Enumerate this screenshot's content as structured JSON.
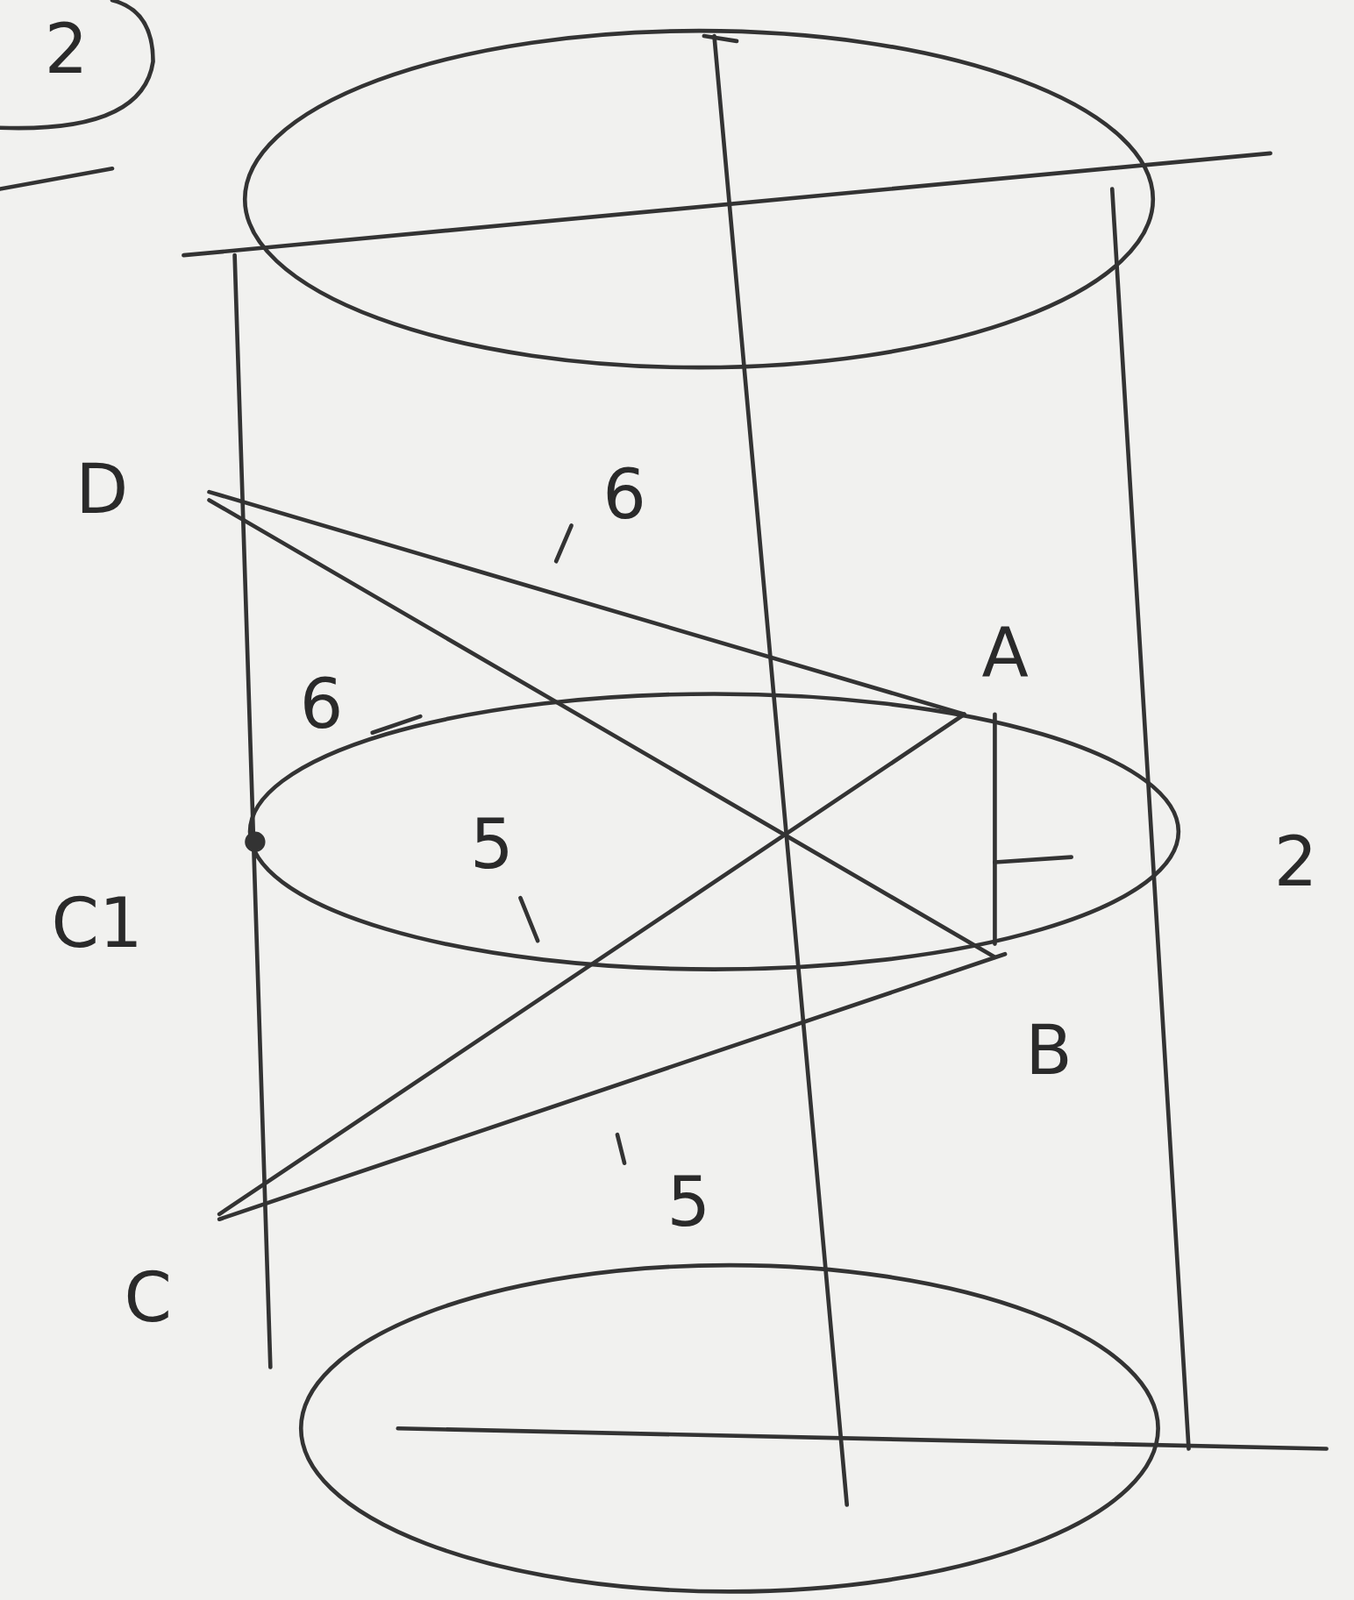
{
  "diagram": {
    "labels": [
      "2",
      "D",
      "6",
      "A",
      "6",
      "5",
      "C1",
      "2",
      "B",
      "5",
      "C"
    ]
  }
}
